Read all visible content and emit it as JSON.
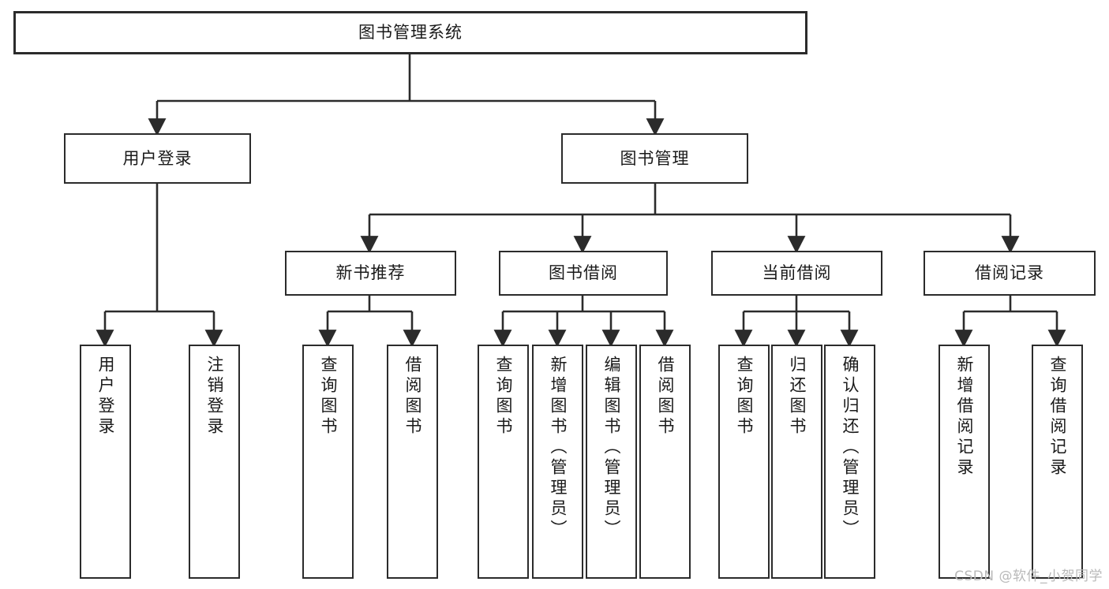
{
  "diagram": {
    "type": "tree-hierarchy-chart",
    "title": "图书管理系统",
    "stroke_color": "#2b2b2b",
    "fill_color": "#ffffff",
    "background": "#ffffff",
    "levels": {
      "root": {
        "label": "图书管理系统"
      },
      "level2": [
        {
          "id": "user-login",
          "label": "用户登录"
        },
        {
          "id": "book-management",
          "label": "图书管理"
        }
      ],
      "level3": [
        {
          "id": "new-book-recommend",
          "label": "新书推荐",
          "parent": "book-management"
        },
        {
          "id": "book-borrow",
          "label": "图书借阅",
          "parent": "book-management"
        },
        {
          "id": "current-borrow",
          "label": "当前借阅",
          "parent": "book-management"
        },
        {
          "id": "borrow-record",
          "label": "借阅记录",
          "parent": "book-management"
        }
      ],
      "leaves": [
        {
          "id": "leaf-user-login",
          "label": "用户登录",
          "parent": "user-login"
        },
        {
          "id": "leaf-logout-login",
          "label": "注销登录",
          "parent": "user-login"
        },
        {
          "id": "leaf-query-book-1",
          "label": "查询图书",
          "parent": "new-book-recommend"
        },
        {
          "id": "leaf-borrow-book-1",
          "label": "借阅图书",
          "parent": "new-book-recommend"
        },
        {
          "id": "leaf-query-book-2",
          "label": "查询图书",
          "parent": "book-borrow"
        },
        {
          "id": "leaf-add-book",
          "label": "新增图书（管理员）",
          "parent": "book-borrow"
        },
        {
          "id": "leaf-edit-book",
          "label": "编辑图书（管理员）",
          "parent": "book-borrow"
        },
        {
          "id": "leaf-borrow-book-2",
          "label": "借阅图书",
          "parent": "book-borrow"
        },
        {
          "id": "leaf-query-book-3",
          "label": "查询图书",
          "parent": "current-borrow"
        },
        {
          "id": "leaf-return-book",
          "label": "归还图书",
          "parent": "current-borrow"
        },
        {
          "id": "leaf-confirm-return",
          "label": "确认归还（管理员）",
          "parent": "current-borrow"
        },
        {
          "id": "leaf-add-record",
          "label": "新增借阅记录",
          "parent": "borrow-record"
        },
        {
          "id": "leaf-query-record",
          "label": "查询借阅记录",
          "parent": "borrow-record"
        }
      ]
    },
    "watermark": "CSDN @软件_小贺同学"
  }
}
